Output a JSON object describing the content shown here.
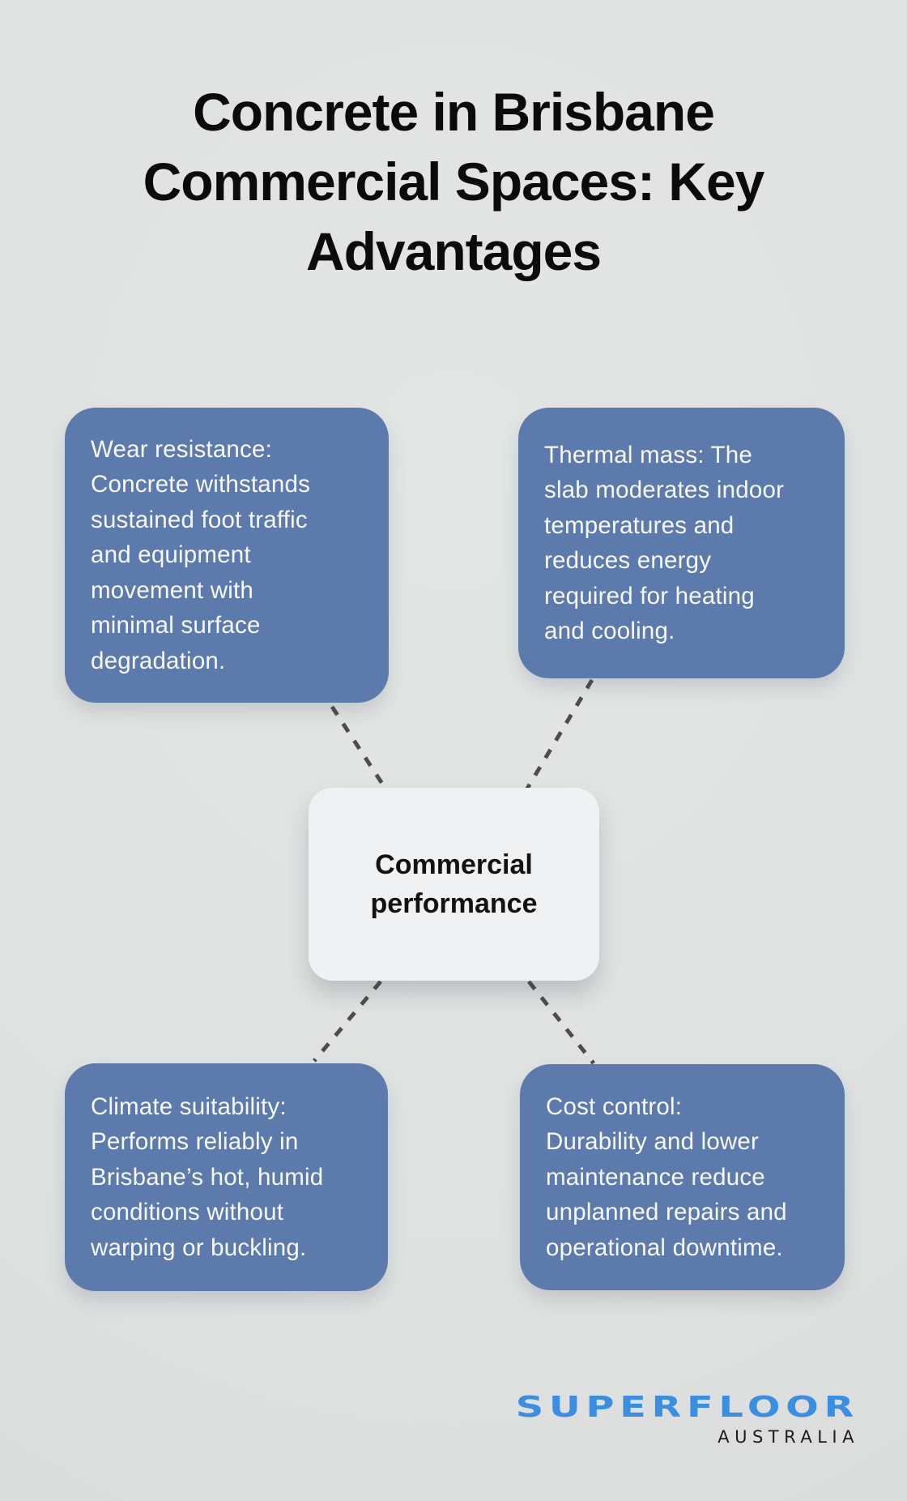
{
  "title": {
    "lines": [
      "Concrete in Brisbane",
      "Commercial Spaces: Key",
      "Advantages"
    ]
  },
  "center_node": {
    "lines": [
      "Commercial",
      "performance"
    ]
  },
  "advantages": [
    {
      "id": "wear-resistance",
      "lines": [
        "Wear resistance:",
        "Concrete withstands",
        "sustained foot traffic",
        "and equipment",
        "movement with",
        "minimal surface",
        "degradation."
      ]
    },
    {
      "id": "thermal-mass",
      "lines": [
        "Thermal mass: The",
        "slab moderates indoor",
        "temperatures and",
        "reduces energy",
        "required for heating",
        "and cooling."
      ]
    },
    {
      "id": "climate-suitability",
      "lines": [
        "Climate suitability:",
        "Performs reliably in",
        "Brisbane’s hot, humid",
        "conditions without",
        "warping or buckling."
      ]
    },
    {
      "id": "cost-control",
      "lines": [
        "Cost control:",
        "Durability and lower",
        "maintenance reduce",
        "unplanned repairs and",
        "operational downtime."
      ]
    }
  ],
  "logo": {
    "brand": "SUPERFLOOR",
    "region": "AUSTRALIA"
  },
  "colors": {
    "background": "#dfe1e1",
    "card": "#5d7aac",
    "card_text": "#f7f9fc",
    "center_bg": "#eff1f3",
    "center_text": "#121212",
    "title_color": "#0b0b0b",
    "connector": "#4d4d4d",
    "brand_blue": "#3c8ee0",
    "brand_dark": "#1b1b1b"
  }
}
